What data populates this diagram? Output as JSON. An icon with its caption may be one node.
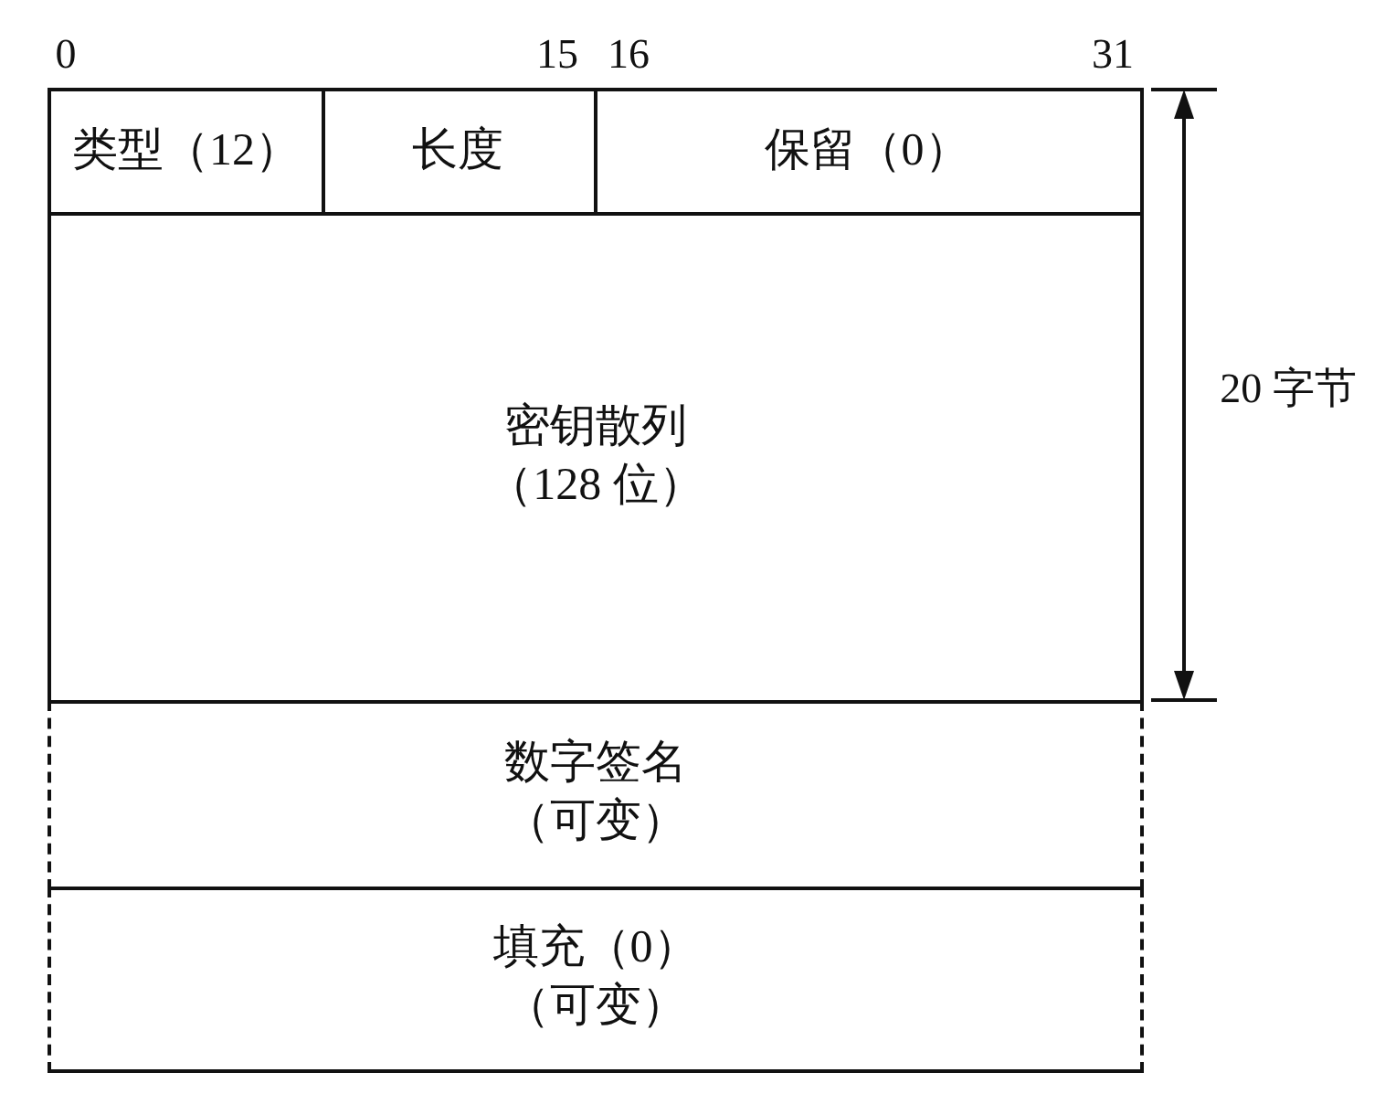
{
  "diagram": {
    "nodes": [
      {
        "text": [
          "类型（12）"
        ]
      },
      {
        "text": [
          "长度"
        ]
      },
      {
        "text": [
          "保留（0）"
        ]
      },
      {
        "text": [
          "密钥散列",
          "（128 位）"
        ]
      },
      {
        "text": [
          "数字签名",
          "（可变）"
        ]
      },
      {
        "text": [
          "填充（0）",
          "（可变）"
        ]
      }
    ],
    "labels": [
      "0",
      "15",
      "16",
      "31",
      "20 字节"
    ]
  }
}
